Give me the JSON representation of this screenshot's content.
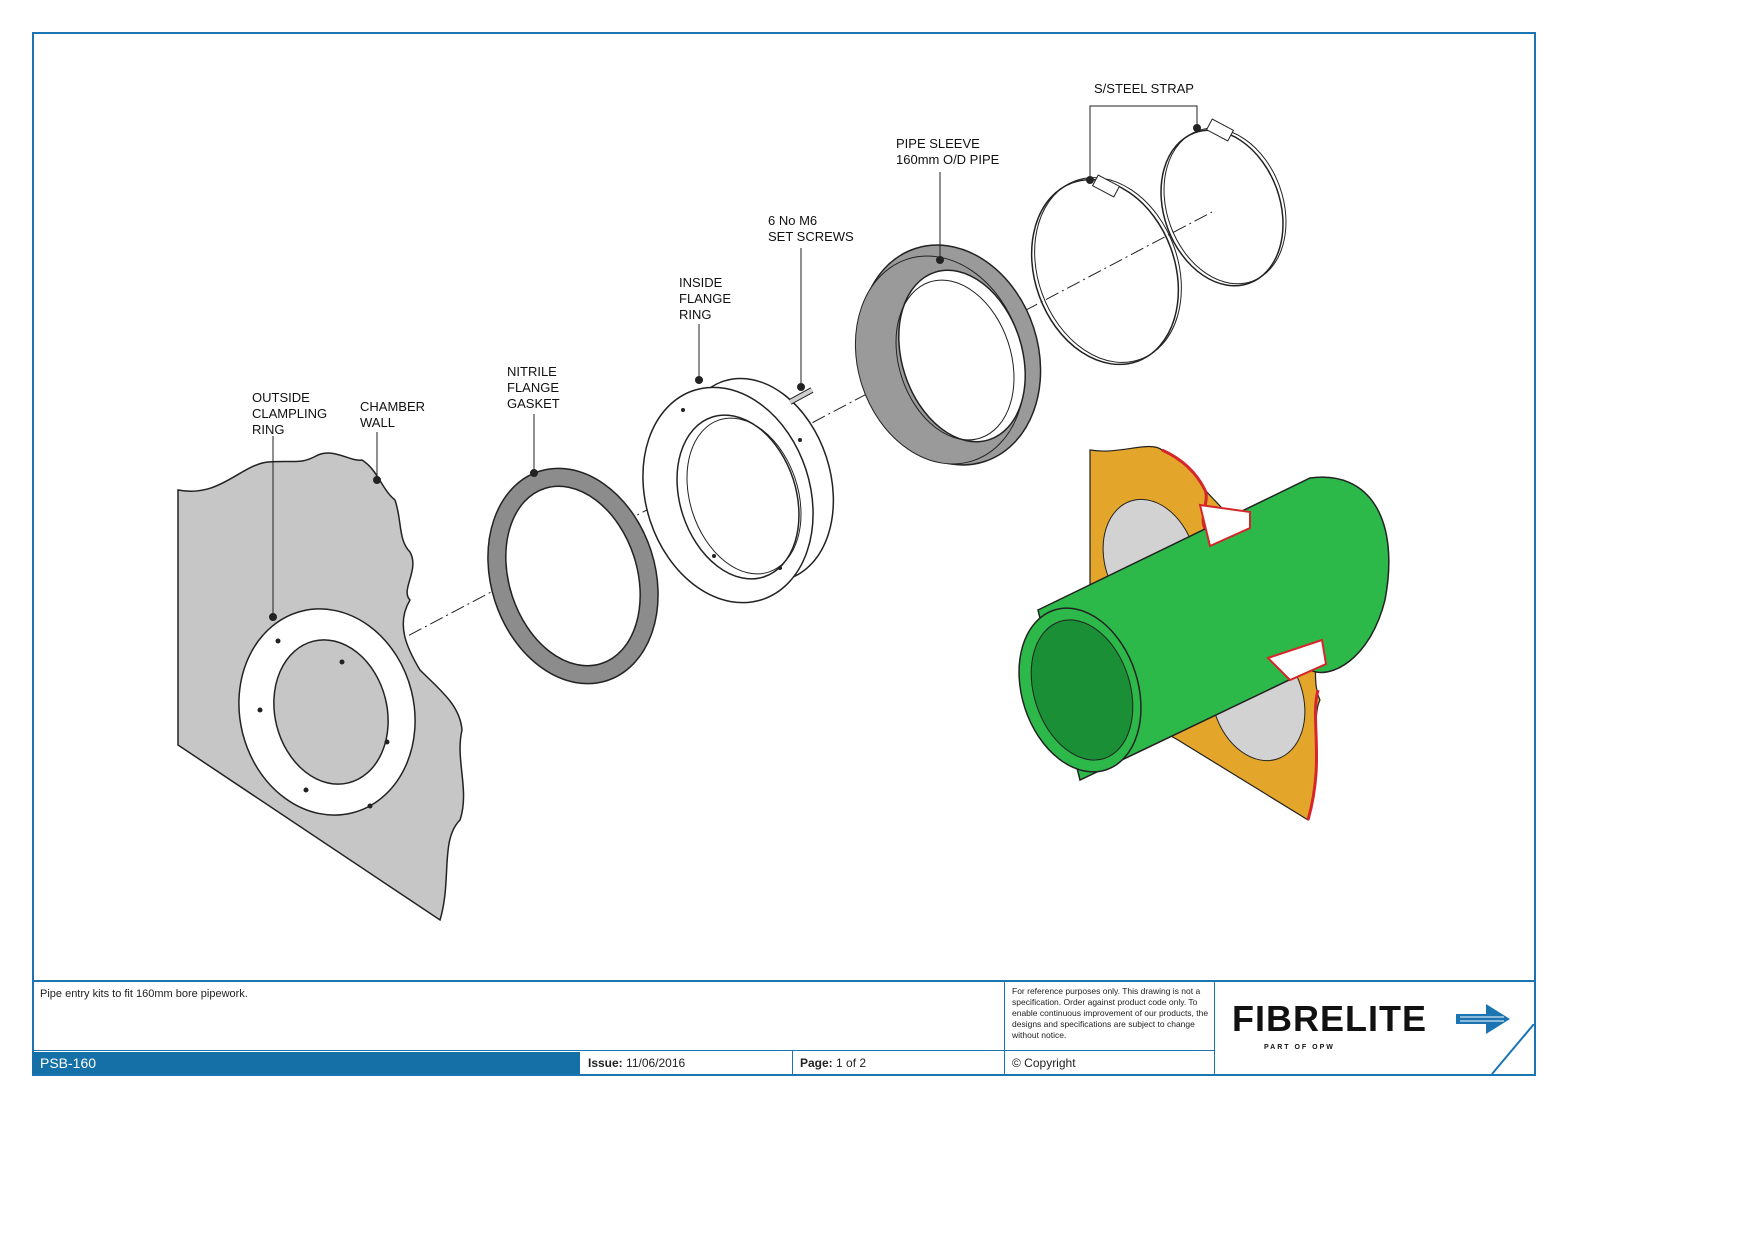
{
  "labels": {
    "outside_ring": "OUTSIDE\nCLAMPLING\nRING",
    "chamber_wall": "CHAMBER\nWALL",
    "gasket": "NITRILE\nFLANGE\nGASKET",
    "inside_ring": "INSIDE\nFLANGE\nRING",
    "set_screws": "6 No M6\nSET SCREWS",
    "pipe_sleeve": "PIPE SLEEVE\n160mm O/D  PIPE",
    "strap": "S/STEEL STRAP"
  },
  "title_block": {
    "description": "Pipe entry kits to fit 160mm bore pipework.",
    "disclaimer": "For reference purposes only. This drawing is not a specification. Order against product code only.  To enable continuous improvement of our products, the designs and specifications are subject to change without notice.",
    "code": "PSB-160",
    "issue_label": "Issue:",
    "issue_value": "11/06/2016",
    "page_label": "Page:",
    "page_value": "1 of 2",
    "copyright": "© Copyright",
    "logo": "FIBRELITE",
    "logo_sub": "PART OF OPW"
  },
  "colors": {
    "frame": "#1b75b3",
    "code_bar": "#1470a6",
    "wall_grey": "#c6c6c6",
    "gasket_grey": "#8c8c8c",
    "sleeve_grey": "#9a9a9a",
    "pipe_green": "#2db84a",
    "wall_orange": "#e3a52a",
    "seal_red": "#d6262b"
  }
}
